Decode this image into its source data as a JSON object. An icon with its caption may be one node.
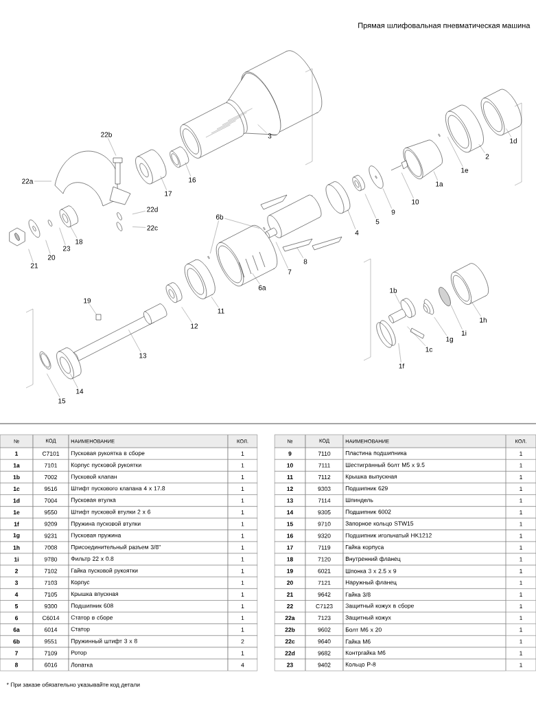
{
  "diagram": {
    "title": "Прямая шлифовальная пневматическая машина",
    "nodes": [
      {
        "text": [
          "22b"
        ]
      },
      {
        "text": [
          "3"
        ]
      },
      {
        "text": [
          "1d"
        ]
      },
      {
        "text": [
          "2"
        ]
      },
      {
        "text": [
          "1e"
        ]
      },
      {
        "text": [
          "1a"
        ]
      },
      {
        "text": [
          "22a"
        ]
      },
      {
        "text": [
          "16"
        ]
      },
      {
        "text": [
          "17"
        ]
      },
      {
        "text": [
          "10"
        ]
      },
      {
        "text": [
          "9"
        ]
      },
      {
        "text": [
          "22d"
        ]
      },
      {
        "text": [
          "6b"
        ]
      },
      {
        "text": [
          "5"
        ]
      },
      {
        "text": [
          "22c"
        ]
      },
      {
        "text": [
          "4"
        ]
      },
      {
        "text": [
          "18"
        ]
      },
      {
        "text": [
          "23"
        ]
      },
      {
        "text": [
          "20"
        ]
      },
      {
        "text": [
          "21"
        ]
      },
      {
        "text": [
          "8"
        ]
      },
      {
        "text": [
          "7"
        ]
      },
      {
        "text": [
          "6a"
        ]
      },
      {
        "text": [
          "1b"
        ]
      },
      {
        "text": [
          "11"
        ]
      },
      {
        "text": [
          "19"
        ]
      },
      {
        "text": [
          "1h"
        ]
      },
      {
        "text": [
          "12"
        ]
      },
      {
        "text": [
          "1i"
        ]
      },
      {
        "text": [
          "1g"
        ]
      },
      {
        "text": [
          "1c"
        ]
      },
      {
        "text": [
          "13"
        ]
      },
      {
        "text": [
          "1f"
        ]
      },
      {
        "text": [
          "14"
        ]
      },
      {
        "text": [
          "15"
        ]
      }
    ],
    "edges": [
      {
        "from": 0,
        "to": null,
        "arrow": "none"
      },
      {
        "from": 1,
        "to": null,
        "arrow": "none"
      },
      {
        "from": 2,
        "to": null,
        "arrow": "none"
      },
      {
        "from": 3,
        "to": null,
        "arrow": "none"
      },
      {
        "from": 4,
        "to": null,
        "arrow": "none"
      },
      {
        "from": 5,
        "to": null,
        "arrow": "none"
      },
      {
        "from": 6,
        "to": null,
        "arrow": "none"
      },
      {
        "from": 7,
        "to": null,
        "arrow": "none"
      },
      {
        "from": 8,
        "to": null,
        "arrow": "none"
      },
      {
        "from": 9,
        "to": null,
        "arrow": "none"
      },
      {
        "from": 10,
        "to": null,
        "arrow": "none"
      },
      {
        "from": 11,
        "to": null,
        "arrow": "none"
      },
      {
        "from": 12,
        "to": null,
        "arrow": "none"
      },
      {
        "from": 12,
        "to": null,
        "arrow": "none"
      },
      {
        "from": 13,
        "to": null,
        "arrow": "none"
      },
      {
        "from": 14,
        "to": null,
        "arrow": "none"
      },
      {
        "from": 15,
        "to": null,
        "arrow": "none"
      },
      {
        "from": 16,
        "to": null,
        "arrow": "none"
      },
      {
        "from": 17,
        "to": null,
        "arrow": "none"
      },
      {
        "from": 18,
        "to": null,
        "arrow": "none"
      },
      {
        "from": 19,
        "to": null,
        "arrow": "none"
      },
      {
        "from": 20,
        "to": null,
        "arrow": "none"
      },
      {
        "from": 21,
        "to": null,
        "arrow": "none"
      },
      {
        "from": 22,
        "to": null,
        "arrow": "none"
      },
      {
        "from": 23,
        "to": null,
        "arrow": "none"
      },
      {
        "from": 24,
        "to": null,
        "arrow": "none"
      },
      {
        "from": 25,
        "to": null,
        "arrow": "none"
      },
      {
        "from": 26,
        "to": null,
        "arrow": "none"
      },
      {
        "from": 27,
        "to": null,
        "arrow": "none"
      },
      {
        "from": 28,
        "to": null,
        "arrow": "none"
      },
      {
        "from": 29,
        "to": null,
        "arrow": "none"
      },
      {
        "from": 30,
        "to": null,
        "arrow": "none"
      },
      {
        "from": 31,
        "to": null,
        "arrow": "none"
      },
      {
        "from": 32,
        "to": null,
        "arrow": "none"
      },
      {
        "from": 33,
        "to": null,
        "arrow": "none"
      },
      {
        "from": 34,
        "to": null,
        "arrow": "none"
      }
    ],
    "labels": [
      "№",
      "КОД",
      "НАИМЕНОВАНИЕ",
      "КОЛ.",
      "1",
      "C7101",
      "Пусковая рукоятка в сборе",
      "1",
      "1a",
      "7101",
      "Корпус пусковой рукоятки",
      "1",
      "1b",
      "7002",
      "Пусковой клапан",
      "1",
      "1c",
      "9516",
      "Штифт пускового клапана 4 х 17.8",
      "1",
      "1d",
      "7004",
      "Пусковая втулка",
      "1",
      "1e",
      "9550",
      "Штифт пусковой втулки 2 х 6",
      "1",
      "1f",
      "9209",
      "Пружина пусковой втулки",
      "1",
      "1g",
      "9231",
      "Пусковая пружина",
      "1",
      "1h",
      "7008",
      "Присоединительный разъем 3/8\"",
      "1",
      "1i",
      "9780",
      "Фильтр 22 х 0.8",
      "1",
      "2",
      "7102",
      "Гайка пусковой рукоятки",
      "1",
      "3",
      "7103",
      "Корпус",
      "1",
      "4",
      "7105",
      "Крышка впускная",
      "1",
      "5",
      "9300",
      "Подшипник 608",
      "1",
      "6",
      "C6014",
      "Статор в сборе",
      "1",
      "6a",
      "6014",
      "Статор",
      "1",
      "6b",
      "9551",
      "Пружинный штифт 3 х 8",
      "2",
      "7",
      "7109",
      "Ротор",
      "1",
      "8",
      "6016",
      "Лопатка",
      "4",
      "№",
      "КОД",
      "НАИМЕНОВАНИЕ",
      "КОЛ.",
      "9",
      "7110",
      "Пластина подшипника",
      "1",
      "10",
      "7111",
      "Шестигранный болт M5 х 9.5",
      "1",
      "11",
      "7112",
      "Крышка выпускная",
      "1",
      "12",
      "9303",
      "Подшипник 629",
      "1",
      "13",
      "7114",
      "Шпиндель",
      "1",
      "14",
      "9305",
      "Подшипник 6002",
      "1",
      "15",
      "9710",
      "Запорное кольцо STW15",
      "1",
      "16",
      "9320",
      "Подшипник игольчатый HK1212",
      "1",
      "17",
      "7119",
      "Гайка корпуса",
      "1",
      "18",
      "7120",
      "Внутренний фланец",
      "1",
      "19",
      "6021",
      "Шпонка 3 х 2.5 х 9",
      "1",
      "20",
      "7121",
      "Наружный фланец",
      "1",
      "21",
      "9642",
      "Гайка 3/8",
      "1",
      "22",
      "C7123",
      "Защитный кожух в сборе",
      "1",
      "22a",
      "7123",
      "Защитный кожух",
      "1",
      "22b",
      "9602",
      "Болт M6 х 20",
      "1",
      "22c",
      "9640",
      "Гайка M6",
      "1",
      "22d",
      "9682",
      "Контргайка M6",
      "1",
      "23",
      "9402",
      "Кольцо P-8",
      "1",
      "* При заказе обязательно указывайте код детали"
    ]
  }
}
